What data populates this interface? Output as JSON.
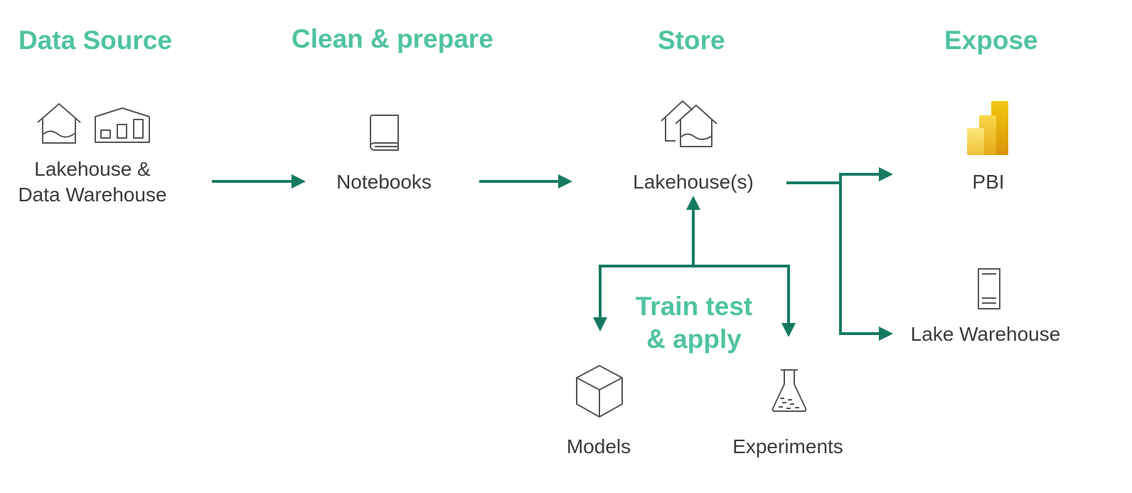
{
  "headings": {
    "data_source": "Data Source",
    "clean_prepare": "Clean & prepare",
    "store": "Store",
    "expose": "Expose",
    "train_line1": "Train test",
    "train_line2": "& apply"
  },
  "nodes": {
    "source_line1": "Lakehouse &",
    "source_line2": "Data Warehouse",
    "notebooks": "Notebooks",
    "lakehouses": "Lakehouse(s)",
    "pbi": "PBI",
    "lake_warehouse": "Lake Warehouse",
    "models": "Models",
    "experiments": "Experiments"
  },
  "colors": {
    "heading": "#4fc3a1",
    "arrow": "#167a63",
    "text": "#3a3a3a",
    "icon_stroke": "#555555",
    "pbi_gold": "#e8b21b"
  }
}
